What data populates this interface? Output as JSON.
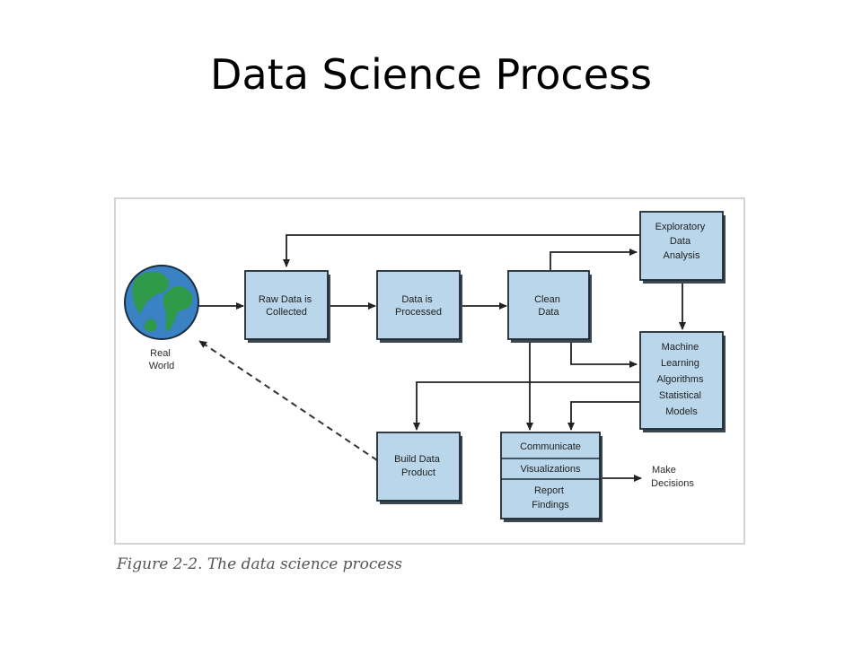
{
  "slide": {
    "title": "Data Science Process"
  },
  "diagram": {
    "nodes": {
      "real_world": {
        "label": [
          "Real",
          "World"
        ]
      },
      "raw_data": {
        "label": [
          "Raw Data is",
          "Collected"
        ]
      },
      "processed": {
        "label": [
          "Data is",
          "Processed"
        ]
      },
      "clean": {
        "label": [
          "Clean",
          "Data"
        ]
      },
      "eda": {
        "label": [
          "Exploratory",
          "Data",
          "Analysis"
        ]
      },
      "ml": {
        "label": [
          "Machine",
          "Learning",
          "Algorithms",
          "Statistical",
          "Models"
        ]
      },
      "build": {
        "label": [
          "Build Data",
          "Product"
        ]
      },
      "communicate": {
        "label": "Communicate"
      },
      "visualizations": {
        "label": "Visualizations"
      },
      "report": {
        "label": [
          "Report",
          "Findings"
        ]
      },
      "decisions": {
        "label": [
          "Make",
          "Decisions"
        ]
      }
    },
    "caption": "Figure 2-2. The data science process"
  },
  "colors": {
    "box_fill": "#b9d6ea",
    "globe_ocean": "#3a82c4",
    "globe_land": "#2e9a4a"
  }
}
